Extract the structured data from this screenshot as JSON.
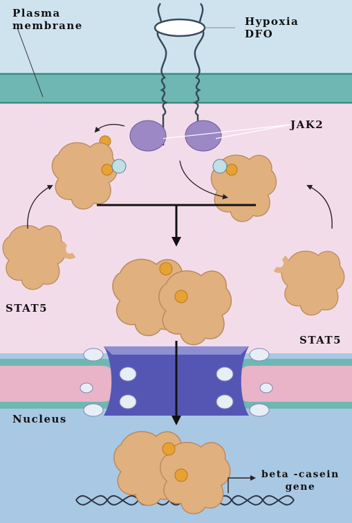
{
  "labels": {
    "plasma_membrane_line1": "Plasma",
    "plasma_membrane_line2": "membrane",
    "hypoxia": "Hypoxia",
    "dfo": "DFO",
    "jak2": "JAK2",
    "stat5_left": "STAT5",
    "stat5_right": "STAT5",
    "nucleus": "Nucleus",
    "gene_line1": "beta -casein",
    "gene_line2": "gene"
  },
  "colors": {
    "extracellular": "#cfe3ef",
    "membrane_band": "#6fb7b2",
    "cytoplasm": "#f3dcea",
    "nucleus": "#a9c8e4",
    "nuclear_pore": "#5556b4",
    "stat5_protein": "#e0b07e",
    "phosphate": "#e6a233",
    "jak2_kinase": "#9c88c4",
    "receptor": "#374a5a",
    "dna": "#2b3340"
  }
}
